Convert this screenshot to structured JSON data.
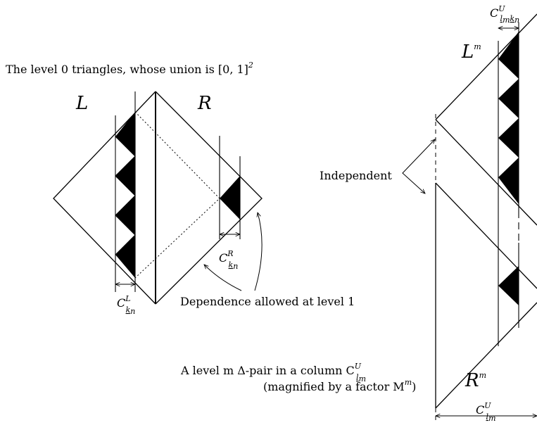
{
  "captions": {
    "level0": "The level 0 triangles, whose union is [0, 1]",
    "level0_sup": "2",
    "independent": "Independent",
    "dependence": "Dependence allowed at level 1",
    "pair_line1": "A level m Δ-pair in a column C",
    "pair_line2": "(magnified by a factor M",
    "pair_line2_end": ")"
  },
  "labels": {
    "L": "L",
    "R": "R",
    "Lm": "L",
    "Rm": "R",
    "sup_m": "m",
    "C": "C",
    "sup_L": "L",
    "sup_R": "R",
    "sup_U": "U",
    "sub_kn": "k",
    "sub_n": "n",
    "sub_lm": "l",
    "sub_m": "m"
  }
}
